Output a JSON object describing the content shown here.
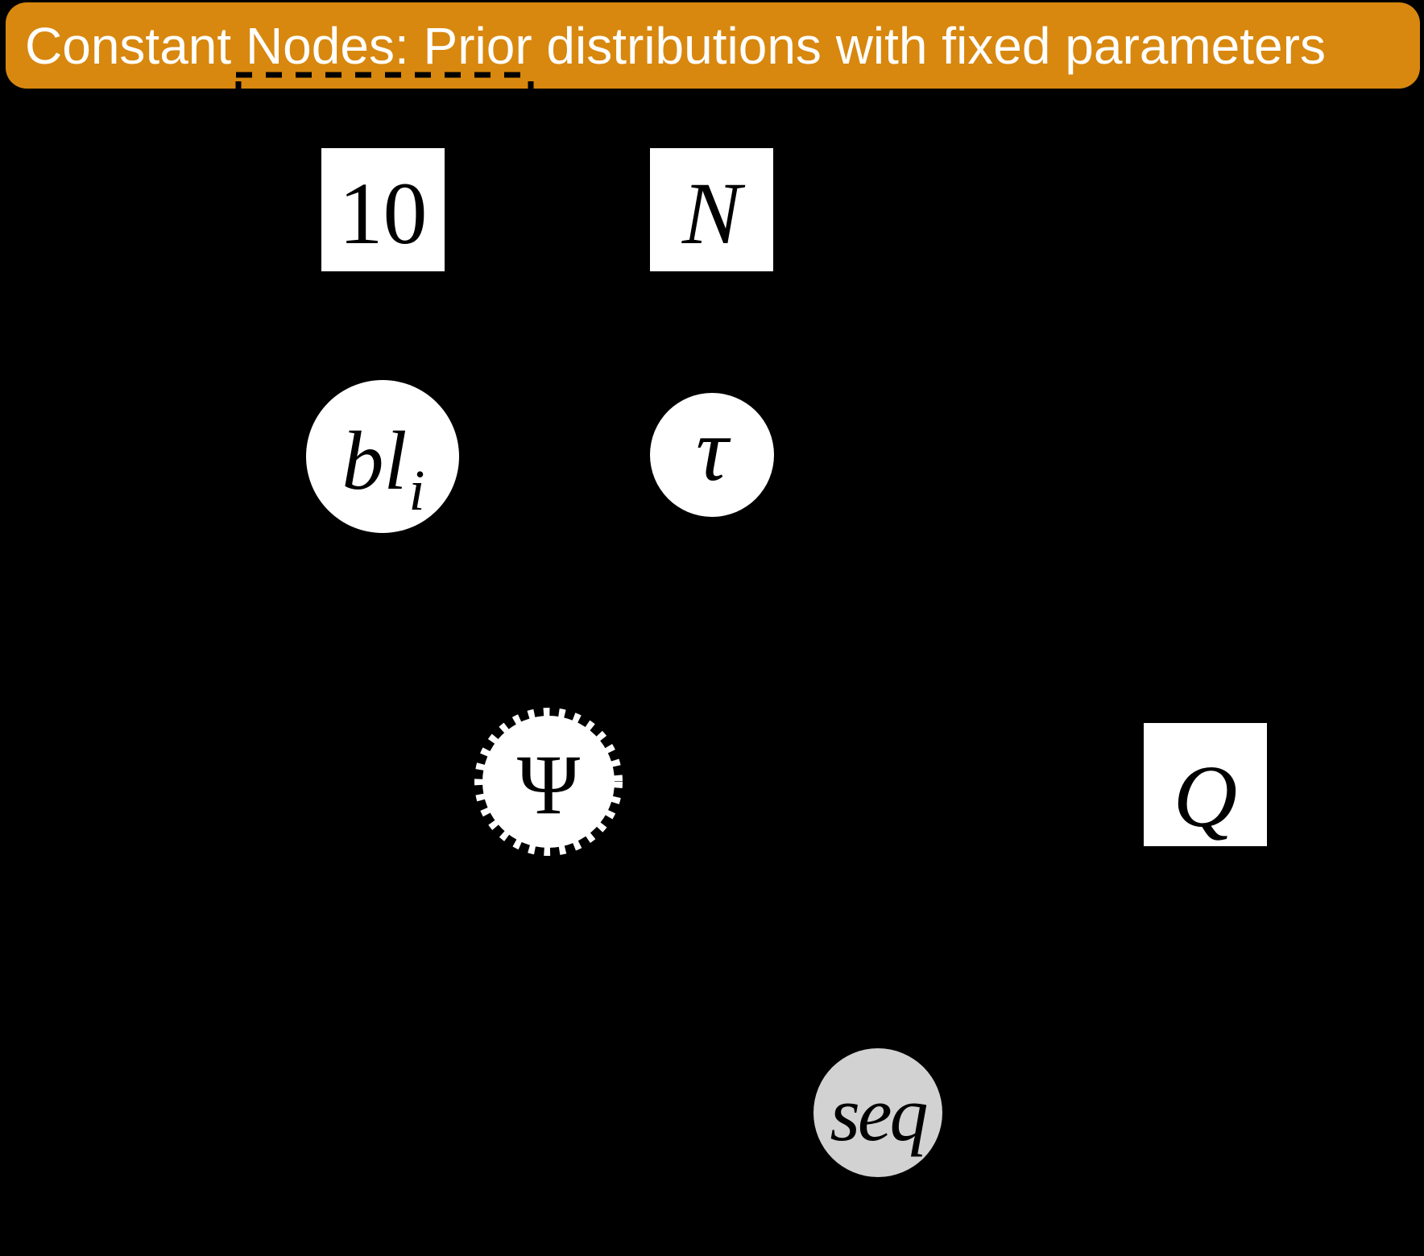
{
  "figure": {
    "type": "probabilistic-graphical-model-figure",
    "background_color": "#000000",
    "banner": {
      "title": "Constant Nodes: Prior distributions with fixed parameters",
      "background_color": "#D8880F",
      "text_color": "#FFFFFF"
    },
    "callout_underline": {
      "style": "dashed",
      "color": "#000000"
    },
    "nodes": {
      "const10": {
        "label": "10",
        "shape": "square",
        "fill": "#FFFFFF"
      },
      "constN": {
        "label": "N",
        "shape": "square",
        "fill": "#FFFFFF"
      },
      "bl": {
        "label": "bl",
        "subscript": "i",
        "shape": "circle",
        "fill": "#FFFFFF"
      },
      "tau": {
        "label": "τ",
        "shape": "circle",
        "fill": "#FFFFFF"
      },
      "psi": {
        "label": "Ψ",
        "shape": "circle-dashed-outline",
        "fill": "#FFFFFF"
      },
      "q": {
        "label": "Q",
        "shape": "square",
        "fill": "#FFFFFF"
      },
      "seq": {
        "label": "seq",
        "shape": "circle",
        "fill": "#D2D2D2"
      }
    }
  }
}
